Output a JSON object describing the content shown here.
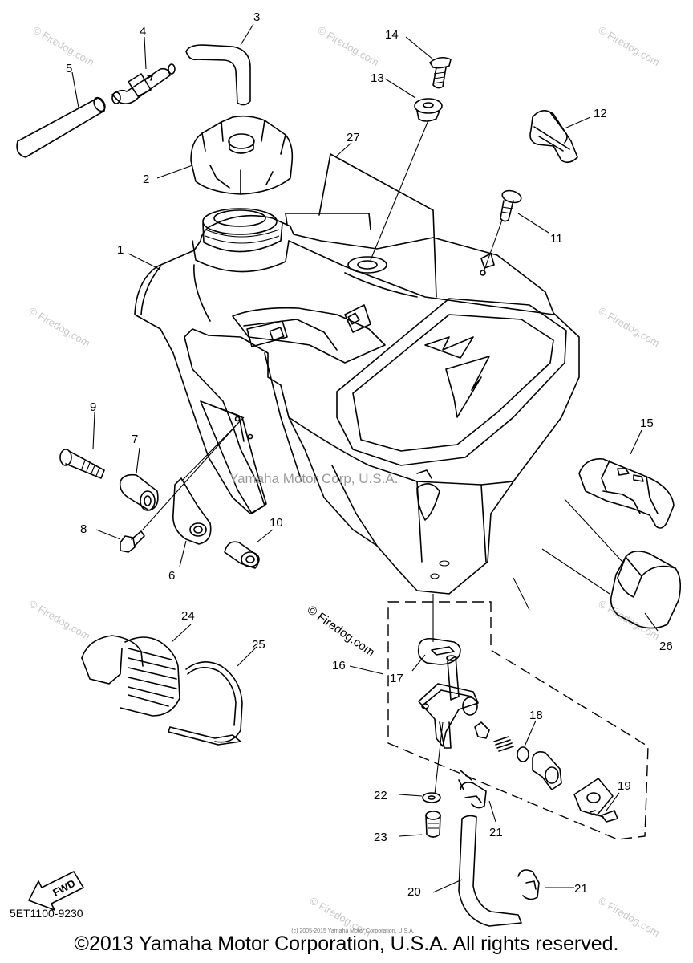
{
  "diagram": {
    "part_numbers": [
      "1",
      "2",
      "3",
      "4",
      "5",
      "6",
      "7",
      "8",
      "9",
      "10",
      "11",
      "12",
      "13",
      "14",
      "15",
      "16",
      "17",
      "18",
      "19",
      "20",
      "21",
      "21",
      "22",
      "23",
      "24",
      "25",
      "26",
      "27"
    ],
    "fwd_label": "FWD",
    "center_watermark": "Yamaha Motor Corp, U.S.A.",
    "tilted_watermark": "© Firedog.com",
    "faint_watermark": "© Firedog.com",
    "drawing_code": "5ET1100-9230",
    "small_credit": "(c) 2005-2015 Yamaha Motor Corporation, U.S.A.",
    "copyright": "©2013 Yamaha Motor Corporation, U.S.A. All rights reserved."
  }
}
